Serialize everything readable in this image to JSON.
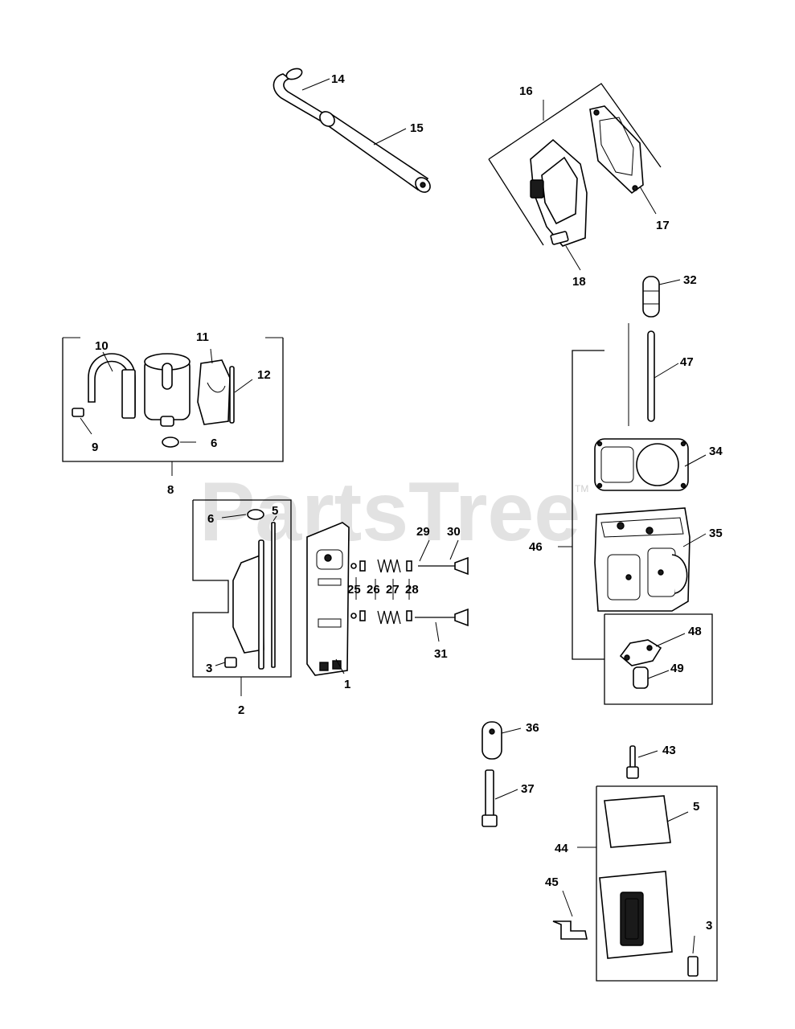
{
  "watermark": {
    "text": "PartsTree",
    "tm": "TM"
  },
  "callouts": [
    {
      "id": "c14",
      "text": "14"
    },
    {
      "id": "c15",
      "text": "15"
    },
    {
      "id": "c16",
      "text": "16"
    },
    {
      "id": "c17",
      "text": "17"
    },
    {
      "id": "c18",
      "text": "18"
    },
    {
      "id": "c32",
      "text": "32"
    },
    {
      "id": "c47",
      "text": "47"
    },
    {
      "id": "c34",
      "text": "34"
    },
    {
      "id": "c35",
      "text": "35"
    },
    {
      "id": "c46",
      "text": "46"
    },
    {
      "id": "c48",
      "text": "48"
    },
    {
      "id": "c49",
      "text": "49"
    },
    {
      "id": "c10",
      "text": "10"
    },
    {
      "id": "c11",
      "text": "11"
    },
    {
      "id": "c12",
      "text": "12"
    },
    {
      "id": "c9",
      "text": "9"
    },
    {
      "id": "c6a",
      "text": "6"
    },
    {
      "id": "c8",
      "text": "8"
    },
    {
      "id": "c6b",
      "text": "6"
    },
    {
      "id": "c5a",
      "text": "5"
    },
    {
      "id": "c3a",
      "text": "3"
    },
    {
      "id": "c2",
      "text": "2"
    },
    {
      "id": "c1",
      "text": "1"
    },
    {
      "id": "c29",
      "text": "29"
    },
    {
      "id": "c30",
      "text": "30"
    },
    {
      "id": "c25",
      "text": "25"
    },
    {
      "id": "c26",
      "text": "26"
    },
    {
      "id": "c27",
      "text": "27"
    },
    {
      "id": "c28",
      "text": "28"
    },
    {
      "id": "c31",
      "text": "31"
    },
    {
      "id": "c36",
      "text": "36"
    },
    {
      "id": "c37",
      "text": "37"
    },
    {
      "id": "c43",
      "text": "43"
    },
    {
      "id": "c5b",
      "text": "5"
    },
    {
      "id": "c44",
      "text": "44"
    },
    {
      "id": "c45",
      "text": "45"
    },
    {
      "id": "c3b",
      "text": "3"
    }
  ]
}
